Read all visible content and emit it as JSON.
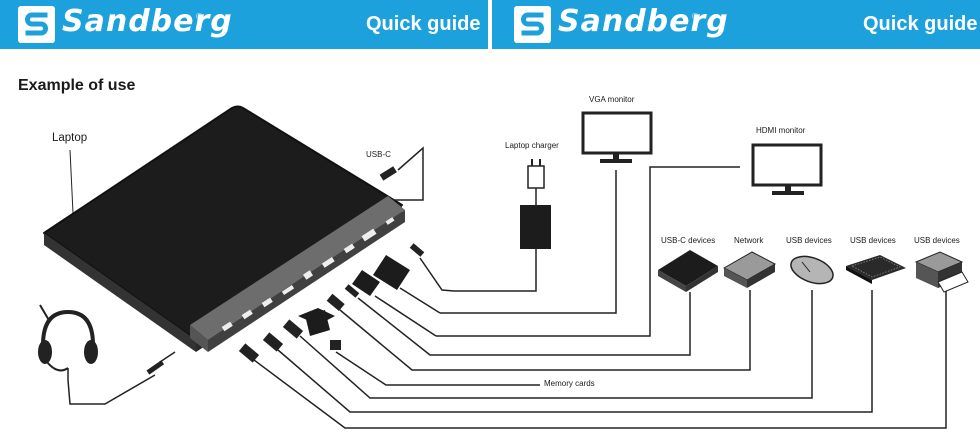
{
  "brand": {
    "name": "Sandberg",
    "reg": "®"
  },
  "header": {
    "guide_label": "Quick guide"
  },
  "section": {
    "title": "Example of use"
  },
  "labels": {
    "laptop": "Laptop",
    "usbc": "USB-C",
    "laptop_charger": "Laptop charger",
    "vga_monitor": "VGA monitor",
    "hdmi_monitor": "HDMI monitor",
    "usbc_devices": "USB-C devices",
    "network": "Network",
    "usb_devices_1": "USB devices",
    "usb_devices_2": "USB devices",
    "usb_devices_3": "USB devices",
    "memory_cards": "Memory cards"
  },
  "icons": [
    "sandberg-logo-icon",
    "laptop-icon",
    "headset-icon",
    "charger-icon",
    "vga-monitor-icon",
    "hdmi-monitor-icon",
    "hard-drive-icon",
    "router-icon",
    "mouse-icon",
    "keyboard-icon",
    "printer-icon",
    "sd-card-icon"
  ]
}
